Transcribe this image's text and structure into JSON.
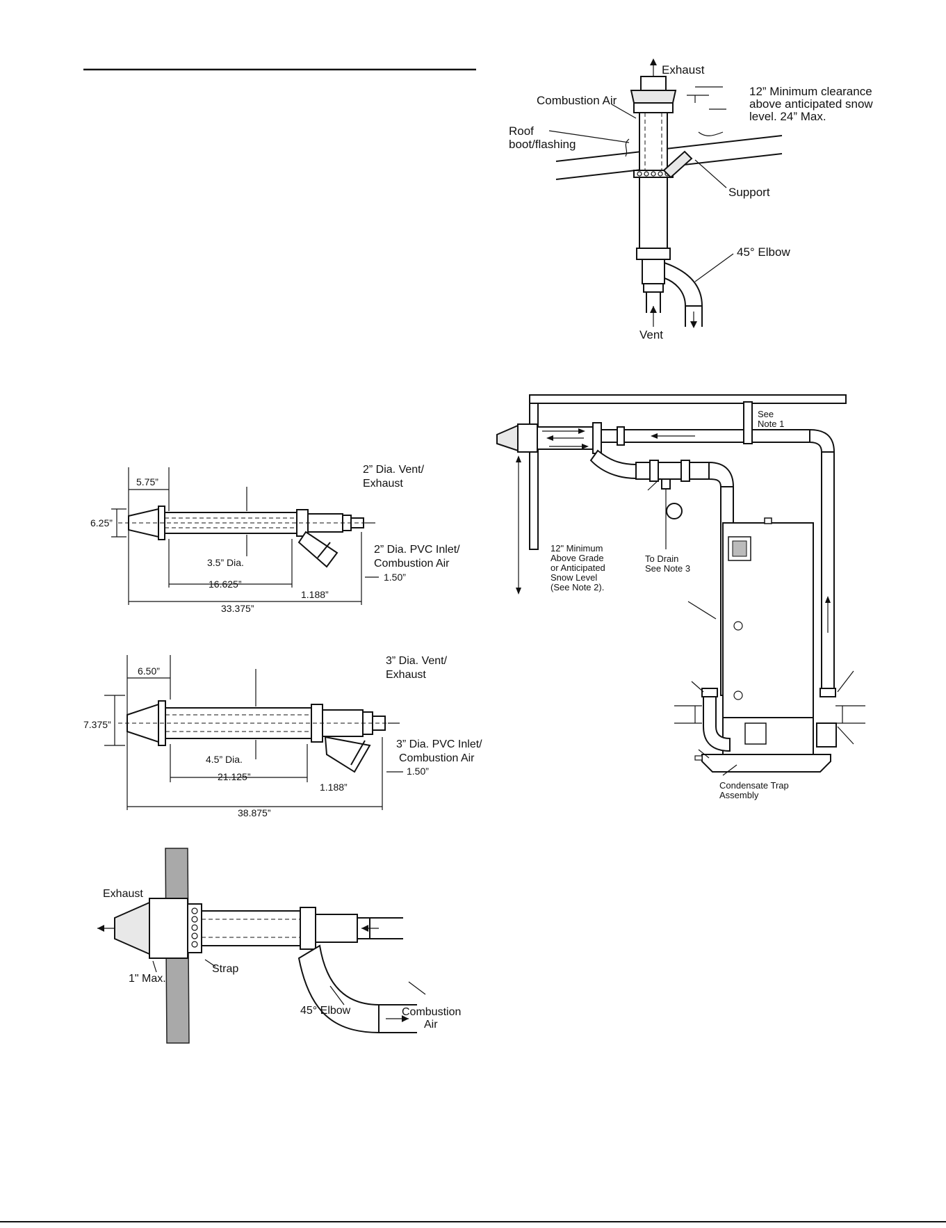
{
  "figures": {
    "concentric_2in": {
      "labels": {
        "vent_line1": "2” Dia. Vent/",
        "vent_line2": "Exhaust",
        "inlet_line1": "2” Dia. PVC Inlet/",
        "inlet_line2": "Combustion Air",
        "pipe_dia": "3.5” Dia."
      },
      "dimensions": {
        "cap_length": "5.75”",
        "cap_height": "6.25”",
        "body_length": "16.625”",
        "offset": "1.188”",
        "stub": "1.50”",
        "overall": "33.375”"
      }
    },
    "concentric_3in": {
      "labels": {
        "vent_line1": "3” Dia. Vent/",
        "vent_line2": "Exhaust",
        "inlet_line1": "3” Dia. PVC Inlet/",
        "inlet_line2": "Combustion Air",
        "pipe_dia": "4.5” Dia."
      },
      "dimensions": {
        "cap_length": "6.50”",
        "cap_height": "7.375”",
        "body_length": "21.125”",
        "offset": "1.188”",
        "stub": "1.50”",
        "overall": "38.875”"
      }
    },
    "wall_install": {
      "labels": {
        "exhaust": "Exhaust",
        "max_gap": "1\" Max.",
        "strap": "Strap",
        "elbow": "45°  Elbow",
        "air_line1": "Combustion",
        "air_line2": "Air"
      }
    },
    "roof_install": {
      "labels": {
        "exhaust": "Exhaust",
        "combustion_air": "Combustion Air",
        "roof_line1": "Roof",
        "roof_line2": "boot/flashing",
        "clearance_line1": "12” Minimum clearance",
        "clearance_line2": "above anticipated snow",
        "clearance_line3": "level.  24” Max.",
        "support": "Support",
        "elbow": "45° Elbow",
        "vent": "Vent"
      }
    },
    "heater_install": {
      "labels": {
        "note1_line1": "See",
        "note1_line2": "Note 1",
        "grade_line1": "12\" Minimum",
        "grade_line2": "Above Grade",
        "grade_line3": "or Anticipated",
        "grade_line4": "Snow Level",
        "grade_line5": "(See Note 2).",
        "drain_line1": "To Drain",
        "drain_line2": "See Note 3",
        "trap_line1": "Condensate Trap",
        "trap_line2": "Assembly"
      }
    }
  }
}
